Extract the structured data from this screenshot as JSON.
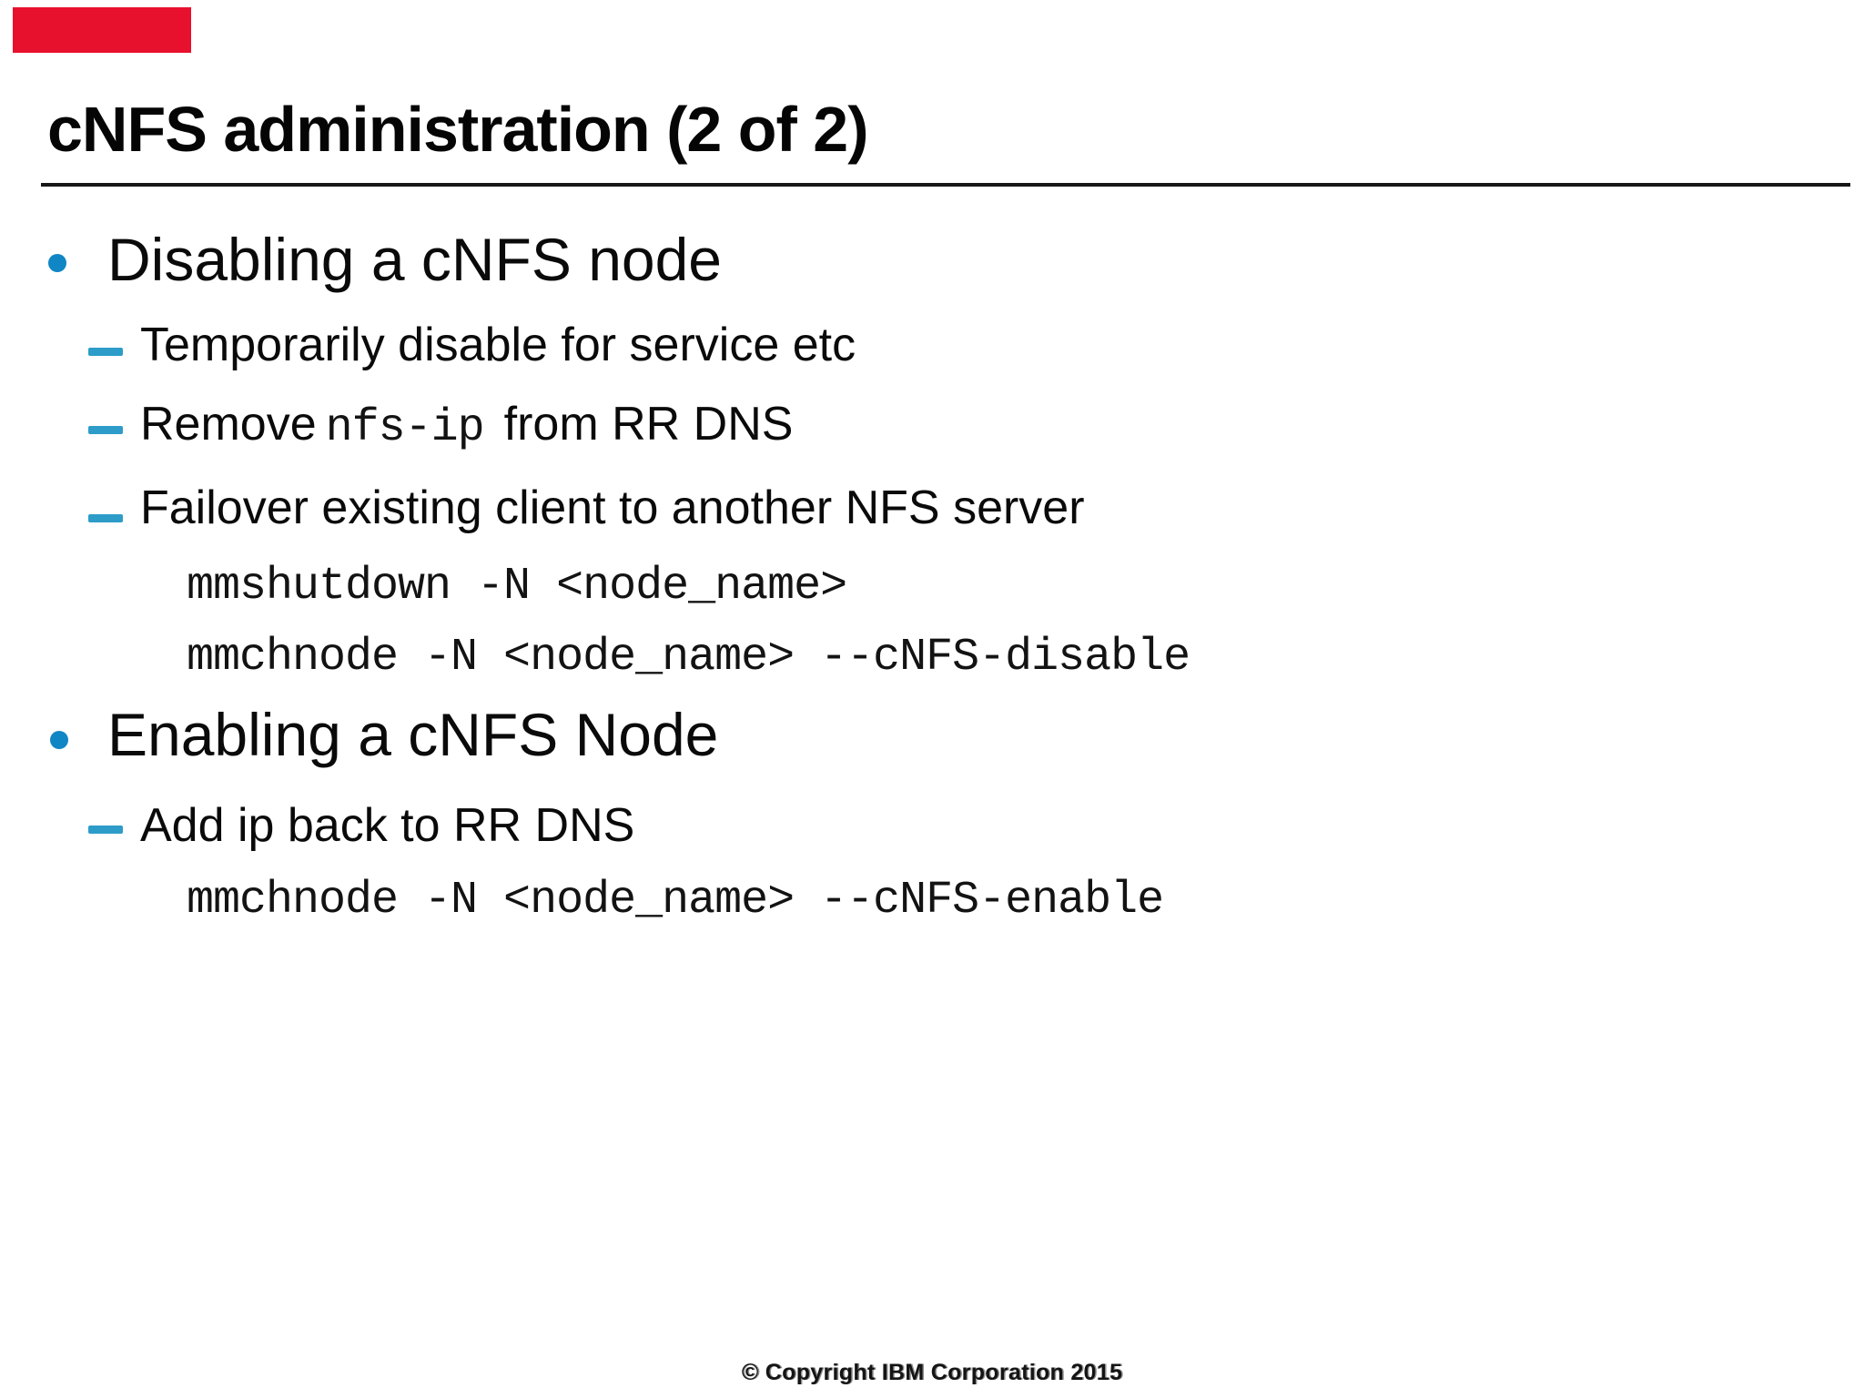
{
  "slide": {
    "title": "cNFS administration (2 of 2)",
    "sections": [
      {
        "heading": "Disabling a cNFS node",
        "items": {
          "temporarily": "Temporarily disable for service etc",
          "remove_prefix": "Remove",
          "remove_code": "nfs-ip",
          "remove_suffix": "from RR DNS",
          "failover": "Failover existing client to another NFS server"
        },
        "commands": [
          "mmshutdown -N <node_name>",
          "mmchnode -N <node_name> --cNFS-disable"
        ]
      },
      {
        "heading": "Enabling a cNFS Node",
        "items": {
          "add_ip": "Add ip back to RR DNS"
        },
        "commands": [
          "mmchnode -N <node_name> --cNFS-enable"
        ]
      }
    ],
    "footer": "© Copyright IBM Corporation 2015",
    "colors": {
      "red_bar": "#e8112d",
      "bullet_dot": "#1086c4",
      "bullet_dash": "#2d9cc9"
    }
  }
}
